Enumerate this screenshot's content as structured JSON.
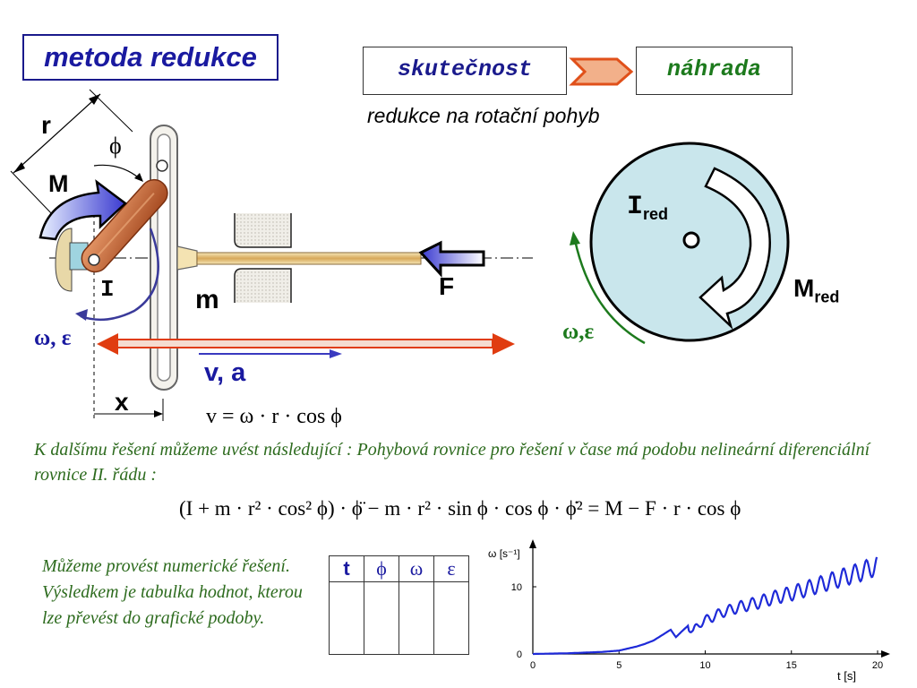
{
  "title": "metoda redukce",
  "header": {
    "reality": "skutečnost",
    "replacement": "náhrada",
    "subtitle": "redukce na rotační pohyb"
  },
  "mechanism": {
    "label_r": "r",
    "label_phi": "ϕ",
    "label_M": "M",
    "label_I": "I",
    "label_m": "m",
    "label_F": "F",
    "label_omega_eps": "ω, ε",
    "label_va": "v, a",
    "label_x": "x",
    "velocity_formula": "v = ω · r · cos ϕ"
  },
  "reduced": {
    "label_I": "I",
    "label_I_sub": "red",
    "label_M": "M",
    "label_M_sub": "red",
    "label_omega_eps": "ω,ε"
  },
  "text": {
    "paragraph": "K dalšímu řešení můžeme uvést následující : Pohybová rovnice pro řešení v čase má podobu nelineární diferenciální rovnice II. řádu :",
    "equation": "(I + m · r² · cos² ϕ) · ϕ̈ − m · r² · sin ϕ · cos ϕ · ϕ̇² = M − F · r · cos ϕ",
    "numerical": "Můžeme provést numerické řešení. Výsledkem je tabulka hodnot, kterou lze převést do grafické podoby."
  },
  "table": {
    "headers": [
      "t",
      "ϕ",
      "ω",
      "ε"
    ]
  },
  "colors": {
    "blue": "#1a1aa0",
    "green": "#1d7a1d",
    "red_arrow": "#e03c10",
    "disk": "#c9e6ec",
    "link": "#c8602c",
    "plot": "#1e2ad8"
  },
  "chart_data": {
    "type": "line",
    "xlabel": "t [s]",
    "ylabel": "ω [s⁻¹]",
    "xlim": [
      0,
      20
    ],
    "ylim": [
      0,
      16
    ],
    "x_ticks": [
      0,
      5,
      10,
      15,
      20
    ],
    "y_ticks": [
      0,
      10
    ],
    "series": [
      {
        "x": [
          0,
          1,
          2,
          3,
          4,
          4.5,
          5,
          5.5,
          6,
          6.5,
          7,
          7.5,
          7.8,
          8,
          8.3,
          8.7,
          9,
          9.3,
          9.7,
          10,
          11,
          12,
          13,
          14,
          15,
          16,
          17,
          18,
          19,
          20
        ],
        "y": [
          0,
          0.05,
          0.1,
          0.2,
          0.3,
          0.4,
          0.5,
          0.8,
          1.1,
          1.5,
          2.0,
          2.8,
          3.3,
          3.6,
          2.5,
          3.5,
          4.2,
          3.3,
          4.6,
          5.0,
          6.2,
          7.0,
          7.6,
          8.4,
          9.0,
          9.8,
          10.6,
          11.4,
          12.2,
          13.2
        ]
      }
    ]
  }
}
